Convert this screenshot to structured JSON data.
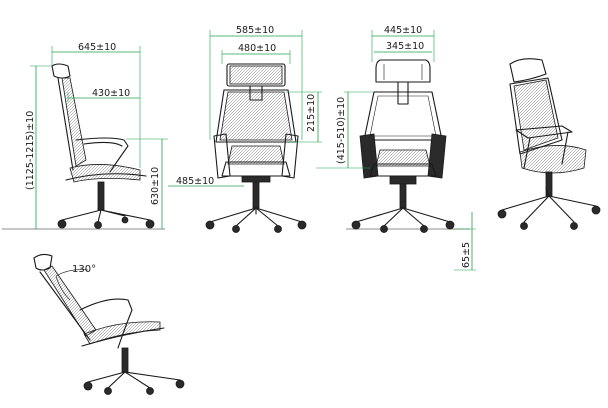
{
  "colors": {
    "dimension": "#1fa34a",
    "ink": "#1a1a1a"
  },
  "side_view": {
    "depth": "645±10",
    "headrest_offset": "430±10",
    "total_height": "(1125-1215)±10",
    "seat_height": "630±10"
  },
  "front_view": {
    "overall_width": "585±10",
    "seat_width": "480±10",
    "back_adjust": "215±10",
    "seat_floor": "485±10"
  },
  "back_view": {
    "overall_width": "445±10",
    "back_width": "345±10",
    "seat_range": "(415-510)±10",
    "base_height": "65±5"
  },
  "recline_view": {
    "angle": "130°"
  }
}
